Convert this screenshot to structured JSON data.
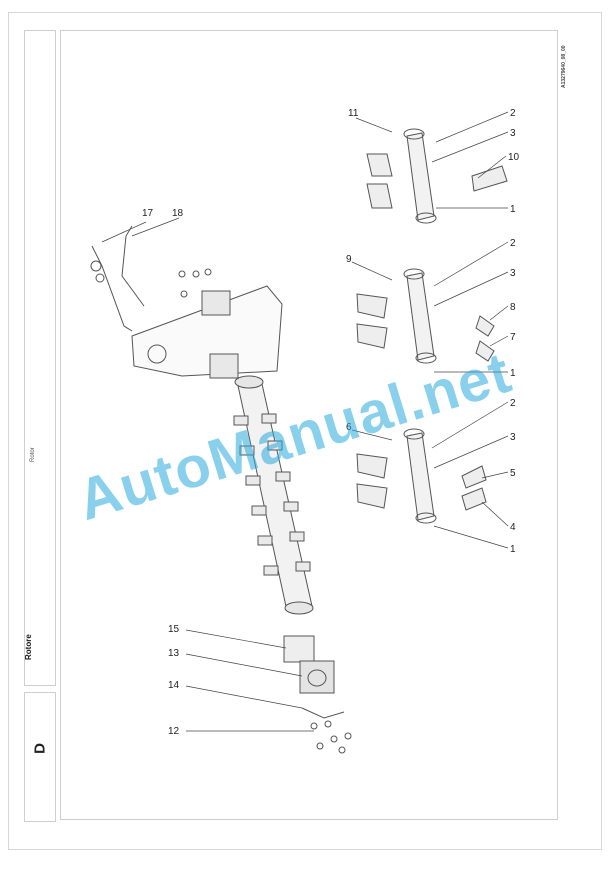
{
  "page": {
    "section_letter": "D",
    "section_title": "Rotore",
    "running_title": "Rotor",
    "document_code": "A13279640_08_00"
  },
  "diagram": {
    "callouts": {
      "c1a": "1",
      "c1b": "1",
      "c1c": "1",
      "c2a": "2",
      "c2b": "2",
      "c2c": "2",
      "c3a": "3",
      "c3b": "3",
      "c3c": "3",
      "c4": "4",
      "c5": "5",
      "c6": "6",
      "c7": "7",
      "c8": "8",
      "c9": "9",
      "c10": "10",
      "c11": "11",
      "c12": "12",
      "c13": "13",
      "c14": "14",
      "c15": "15",
      "c17": "17",
      "c18": "18"
    }
  },
  "watermark": {
    "text": "AutoManual.net",
    "color": "#28aadc"
  }
}
